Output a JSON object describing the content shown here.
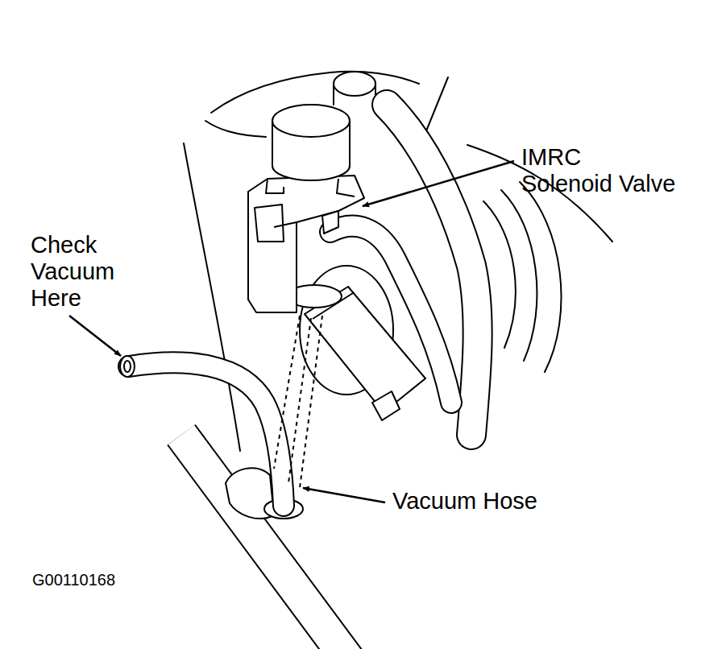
{
  "diagram": {
    "labels": [
      "Check Vacuum Here",
      "IMRC Solenoid Valve",
      "Vacuum Hose",
      "G00110168"
    ]
  }
}
